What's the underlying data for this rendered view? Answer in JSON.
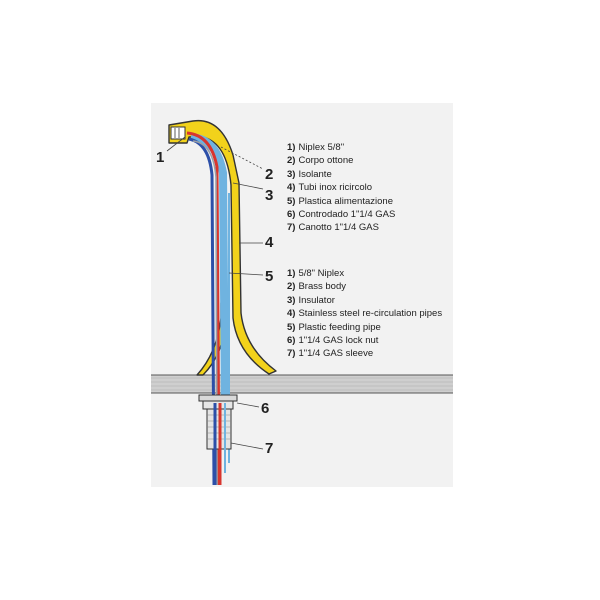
{
  "callouts": [
    "1",
    "2",
    "3",
    "4",
    "5",
    "6",
    "7"
  ],
  "legend_it": [
    {
      "num": "1)",
      "text": "Niplex 5/8\""
    },
    {
      "num": "2)",
      "text": "Corpo ottone"
    },
    {
      "num": "3)",
      "text": "Isolante"
    },
    {
      "num": "4)",
      "text": "Tubi inox ricircolo"
    },
    {
      "num": "5)",
      "text": "Plastica alimentazione"
    },
    {
      "num": "6)",
      "text": "Controdado 1\"1/4 GAS"
    },
    {
      "num": "7)",
      "text": "Canotto 1\"1/4 GAS"
    }
  ],
  "legend_en": [
    {
      "num": "1)",
      "text": "5/8\" Niplex"
    },
    {
      "num": "2)",
      "text": "Brass body"
    },
    {
      "num": "3)",
      "text": "Insulator"
    },
    {
      "num": "4)",
      "text": "Stainless steel re-circulation pipes"
    },
    {
      "num": "5)",
      "text": "Plastic feeding pipe"
    },
    {
      "num": "6)",
      "text": "1\"1/4 GAS lock nut"
    },
    {
      "num": "7)",
      "text": "1\"1/4 GAS sleeve"
    }
  ],
  "colors": {
    "brass_body": "#f2d21b",
    "outline": "#333333",
    "hot_pipe": "#d8352e",
    "cold_pipe": "#2c4fa8",
    "insulator": "#6fb3e0",
    "countertop": "#c9c9c9",
    "steel": "#9aa0a8"
  }
}
